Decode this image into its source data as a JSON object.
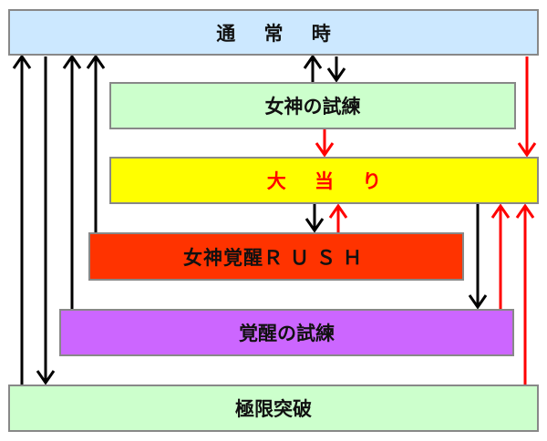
{
  "diagram": {
    "type": "state-transition",
    "states": [
      {
        "id": "normal",
        "label": "通 常 時",
        "fill": "#CCE8FF",
        "text_color": "#111111"
      },
      {
        "id": "goddess_trial",
        "label": "女神の試練",
        "fill": "#CCFFCC",
        "text_color": "#111111"
      },
      {
        "id": "jackpot",
        "label": "大 当 り",
        "fill": "#FFFF00",
        "text_color": "#FF0000"
      },
      {
        "id": "rush",
        "label_jp": "女神覚醒",
        "label_latin": "ＲＵＳＨ",
        "fill": "#FF3300",
        "text_color": "#111111"
      },
      {
        "id": "awakening_trial",
        "label": "覚醒の試練",
        "fill": "#CC66FF",
        "text_color": "#111111"
      },
      {
        "id": "limit_break",
        "label": "極限突破",
        "fill": "#CCFFCC",
        "text_color": "#111111"
      }
    ],
    "transitions": [
      {
        "from": "limit_break",
        "to": "normal",
        "color": "#000000"
      },
      {
        "from": "normal",
        "to": "limit_break",
        "color": "#000000"
      },
      {
        "from": "awakening_trial",
        "to": "normal",
        "color": "#000000"
      },
      {
        "from": "rush",
        "to": "normal",
        "color": "#000000"
      },
      {
        "from": "goddess_trial",
        "to": "normal",
        "color": "#000000"
      },
      {
        "from": "normal",
        "to": "goddess_trial",
        "color": "#000000"
      },
      {
        "from": "goddess_trial",
        "to": "jackpot",
        "color": "#FF0000"
      },
      {
        "from": "normal",
        "to": "jackpot",
        "color": "#FF0000"
      },
      {
        "from": "jackpot",
        "to": "rush",
        "color": "#000000"
      },
      {
        "from": "rush",
        "to": "jackpot",
        "color": "#FF0000"
      },
      {
        "from": "jackpot",
        "to": "awakening_trial",
        "color": "#000000"
      },
      {
        "from": "awakening_trial",
        "to": "jackpot",
        "color": "#FF0000"
      },
      {
        "from": "limit_break",
        "to": "jackpot",
        "color": "#FF0000"
      }
    ],
    "colors": {
      "border": "#888888",
      "arrow_black": "#000000",
      "arrow_red": "#FF0000"
    }
  }
}
